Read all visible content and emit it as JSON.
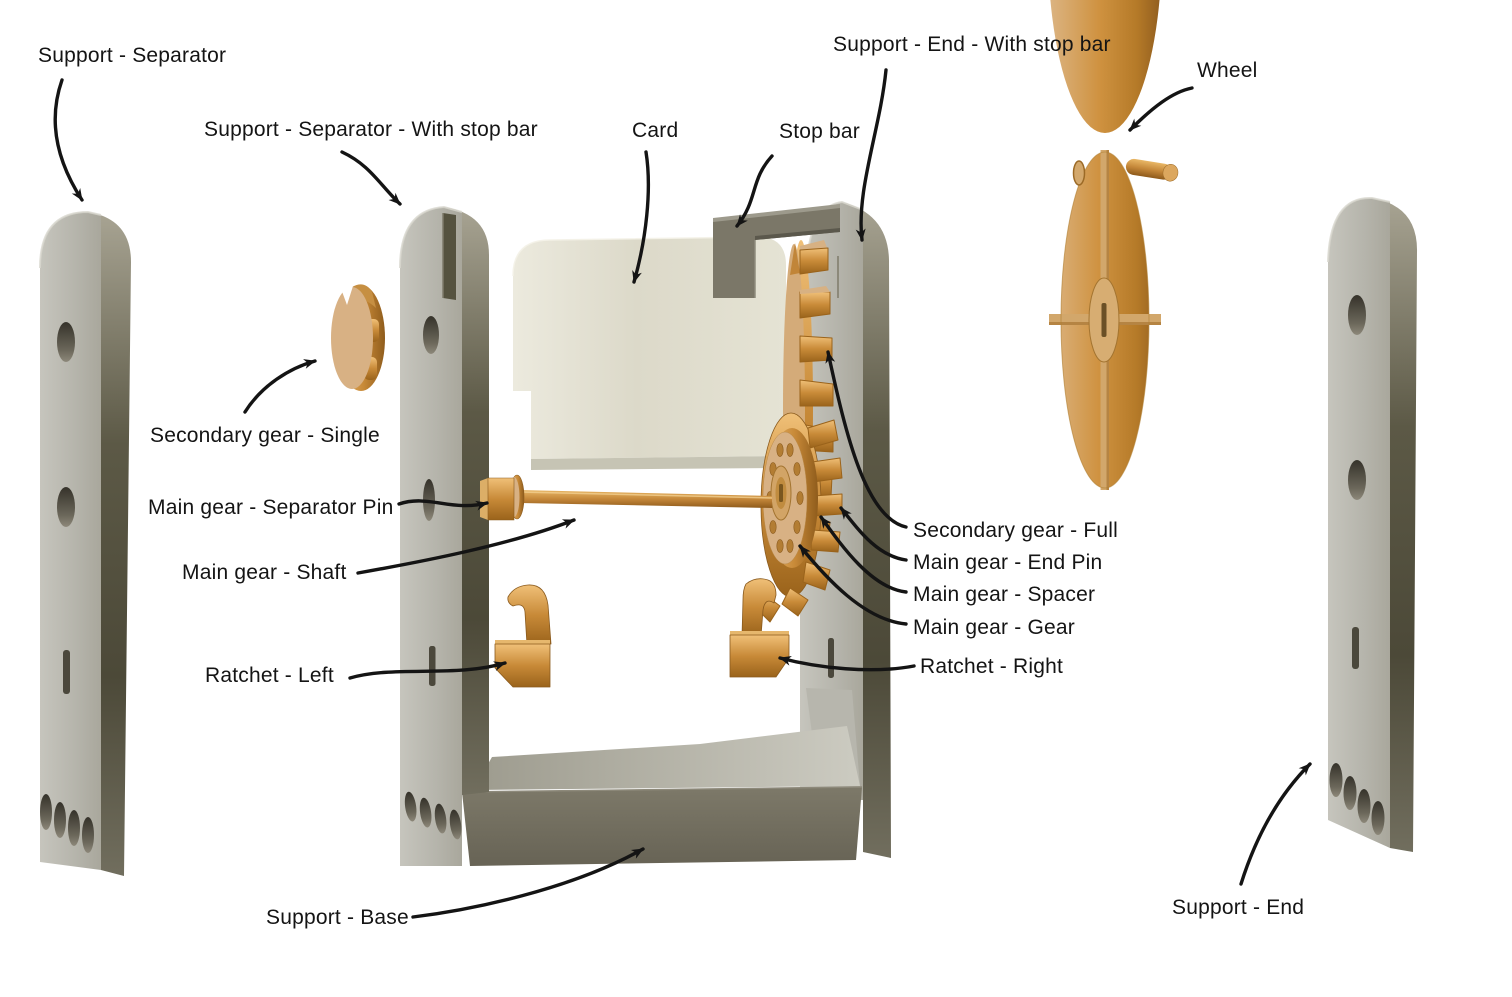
{
  "diagram_type": "exploded-assembly-annotation",
  "labels": {
    "support_separator": "Support - Separator",
    "support_separator_with_stop_bar": "Support - Separator - With stop bar",
    "card": "Card",
    "stop_bar": "Stop bar",
    "support_end_with_stop_bar": "Support - End - With stop bar",
    "wheel": "Wheel",
    "secondary_gear_single": "Secondary gear - Single",
    "main_gear_separator_pin": "Main gear - Separator Pin",
    "main_gear_shaft": "Main gear - Shaft",
    "ratchet_left": "Ratchet - Left",
    "support_base": "Support - Base",
    "secondary_gear_full": "Secondary gear - Full",
    "main_gear_end_pin": "Main gear - End Pin",
    "main_gear_spacer": "Main gear - Spacer",
    "main_gear_gear": "Main gear - Gear",
    "ratchet_right": "Ratchet - Right",
    "support_end": "Support - End"
  },
  "colors": {
    "background": "#ffffff",
    "annotation": "#141414",
    "metal_gray_face": "#b5b4ab",
    "metal_gray_side": "#5c5946",
    "base_front": "#767263",
    "brass": "#c98f3e",
    "brass_face": "#d8b184",
    "brass_dark": "#8a5a1d",
    "card_face": "#e3e1d2"
  }
}
